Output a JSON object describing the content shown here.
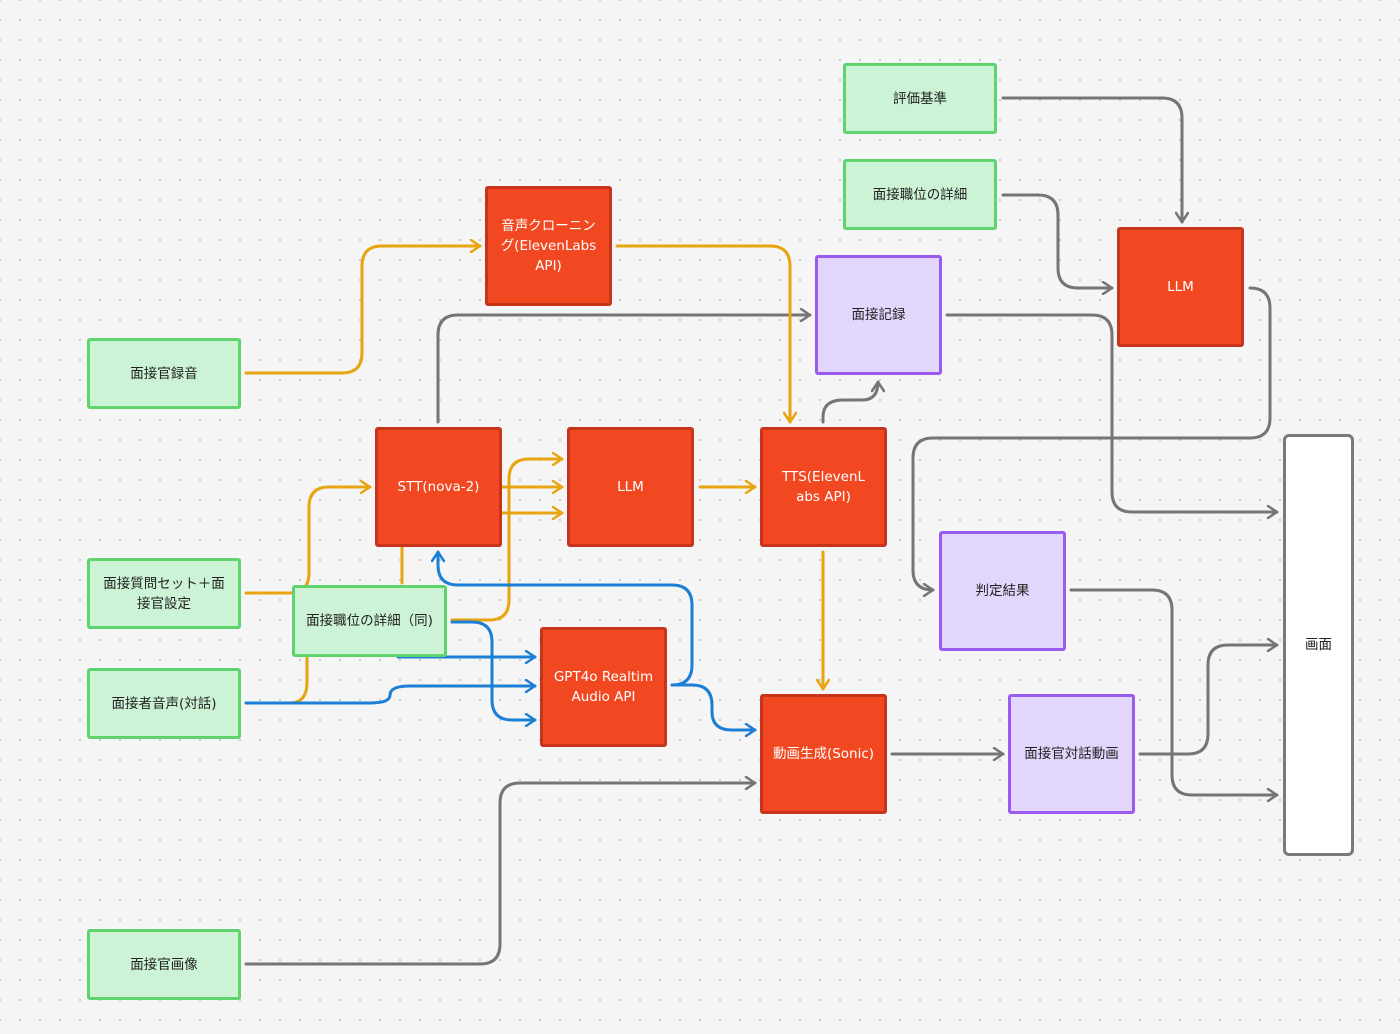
{
  "colors": {
    "green": "#cdf3d6",
    "red": "#f24822",
    "purple": "#e3d6fc",
    "gray": "#757575",
    "orange": "#e8a511",
    "blue": "#1b7fd6"
  },
  "nodes": {
    "hyoka_kijun": "評価基準",
    "mensetsu_shokui_top": "面接職位の詳細",
    "onsei_cloning": "音声クローニング(ElevenLabs API)",
    "mensetsu_kiroku": "面接記録",
    "llm_top": "LLM",
    "mensetsukan_rokuon": "面接官録音",
    "stt": "STT(nova-2)",
    "llm_mid": "LLM",
    "tts": "TTS(ElevenL abs API)",
    "screen": "画面",
    "question_set": "面接質問セット＋面接官設定",
    "mensetsu_shokui_dup": "面接職位の詳細（同)",
    "gpt4o": "GPT4o Realtim Audio API",
    "hantei_kekka": "判定結果",
    "mensetsusha_onsei": "面接者音声(対話)",
    "douga_seisei": "動画生成(Sonic)",
    "taiwa_douga": "面接官対話動画",
    "mensetsukan_gazou": "面接官画像"
  }
}
